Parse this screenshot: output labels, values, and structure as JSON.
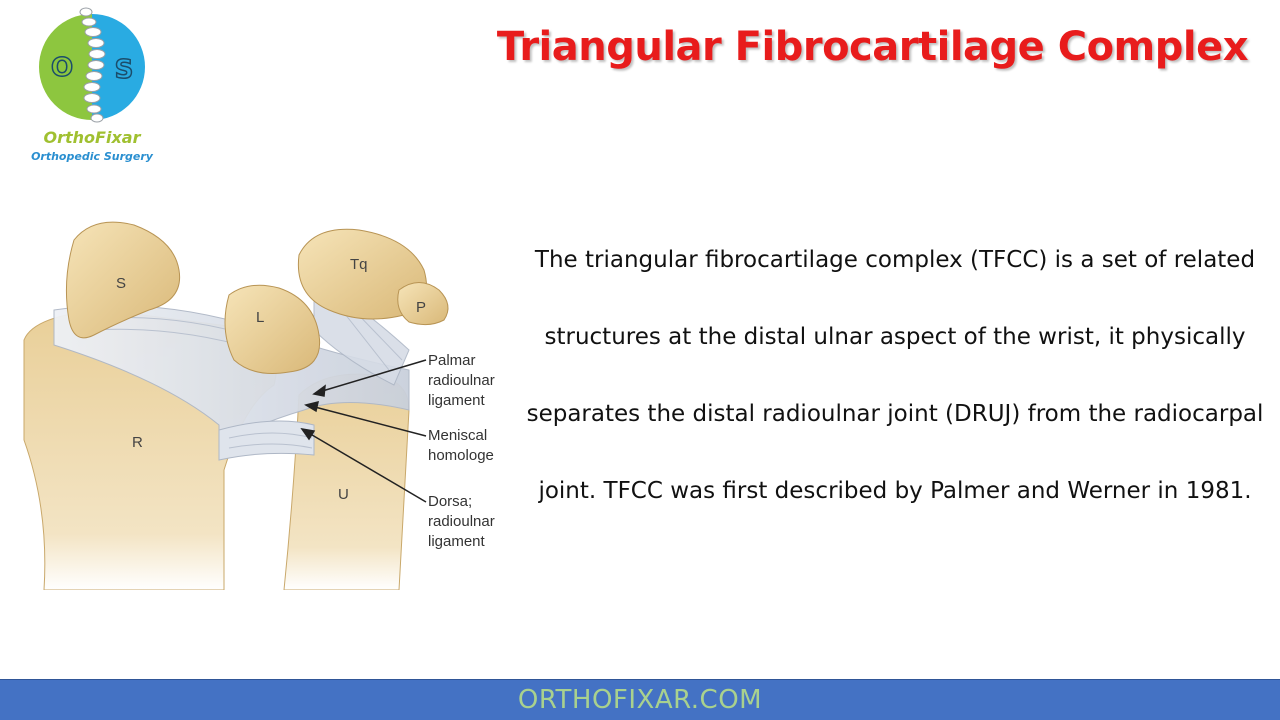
{
  "logo": {
    "name": "OrthoFixar",
    "tagline": "Orthopedic Surgery",
    "left_letter": "O",
    "right_letter": "S",
    "colors": {
      "green": "#8dc63f",
      "blue": "#29abe2"
    }
  },
  "title": "Triangular Fibrocartilage Complex",
  "figure": {
    "bones": {
      "scaphoid": "S",
      "lunate": "L",
      "triquetrum": "Tq",
      "pisiform": "P",
      "radius": "R",
      "ulna": "U"
    },
    "labels": {
      "palmar": [
        "Palmar",
        "radioulnar",
        "ligament"
      ],
      "meniscal": [
        "Meniscal",
        "homologe"
      ],
      "dorsal": [
        "Dorsa;",
        "radioulnar",
        "ligament"
      ]
    }
  },
  "description": "The triangular fibrocartilage complex (TFCC) is a set of related structures at the distal ulnar aspect of the wrist, it physically separates the distal radioulnar joint (DRUJ) from the radiocarpal joint. TFCC was first described by Palmer and Werner in 1981.",
  "footer": {
    "text": "ORTHOFIXAR.COM",
    "bar_color": "#4472c4",
    "text_color": "#a9d18e"
  },
  "title_color": "#e81c1c"
}
